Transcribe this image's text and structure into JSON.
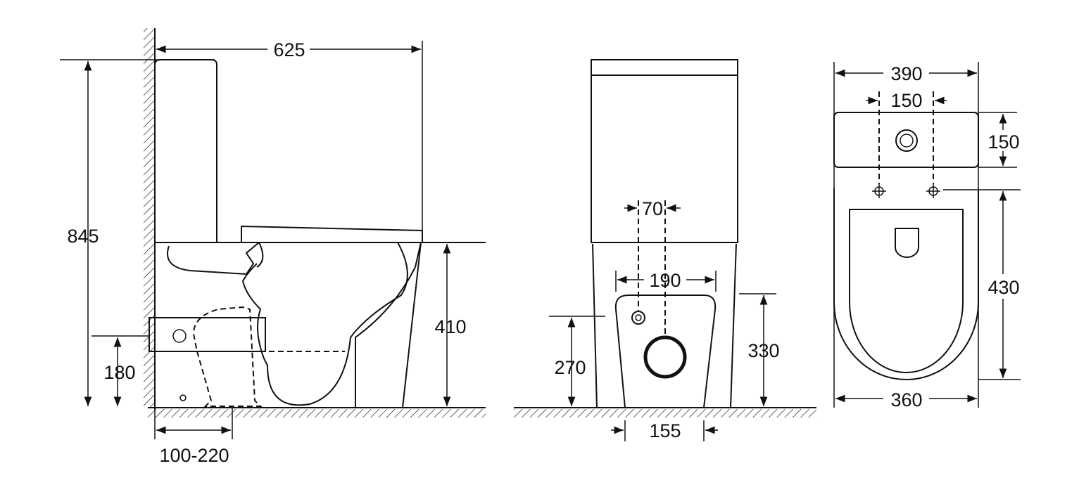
{
  "title": "Toilet dimension drawing",
  "side_view": {
    "overall_depth": "625",
    "overall_height": "845",
    "seat_height": "410",
    "outlet_height": "180",
    "rough_in": "100-220"
  },
  "front_view": {
    "inlet_offset": "70",
    "opening_width": "190",
    "inlet_height": "270",
    "opening_height": "330",
    "base_width": "155"
  },
  "top_view": {
    "tank_width": "390",
    "fixing_spacing": "150",
    "tank_depth": "150",
    "bowl_length": "430",
    "bowl_width": "360"
  },
  "colors": {
    "line": "#111111",
    "background": "#ffffff"
  }
}
